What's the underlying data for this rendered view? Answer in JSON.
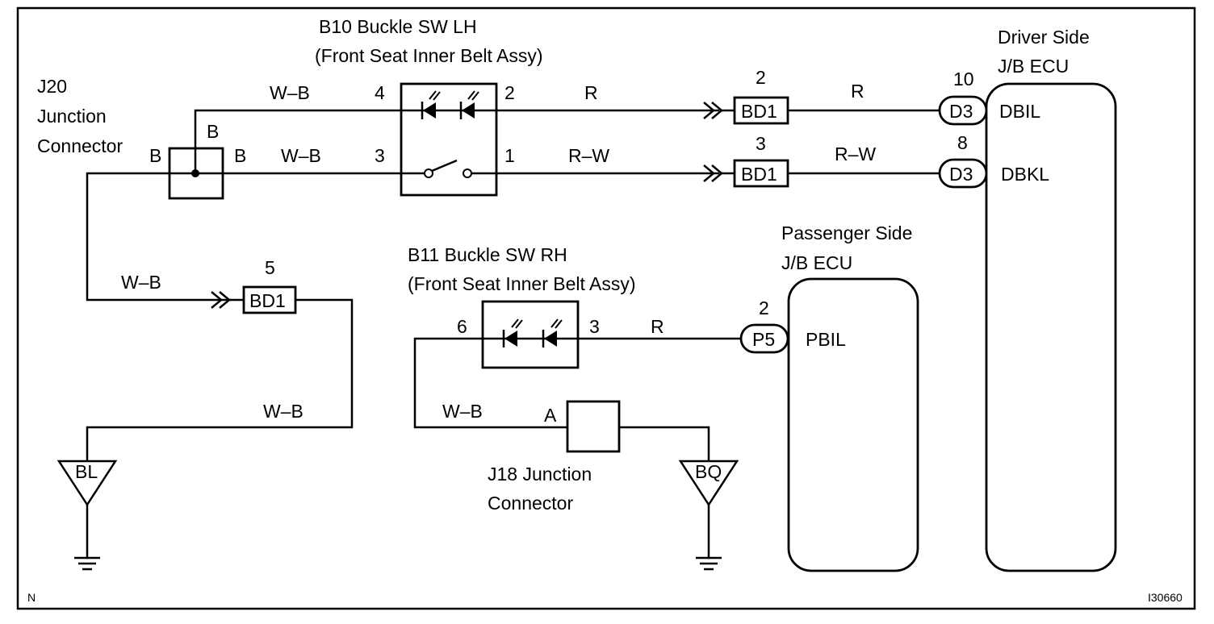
{
  "b10": {
    "title": "B10 Buckle SW LH",
    "subtitle": "(Front Seat Inner Belt Assy)",
    "pin4": "4",
    "pin3": "3",
    "pin2": "2",
    "pin1": "1"
  },
  "b11": {
    "title": "B11 Buckle SW RH",
    "subtitle": "(Front Seat Inner Belt Assy)",
    "pin6": "6",
    "pin3": "3"
  },
  "j20": {
    "line1": "J20",
    "line2": "Junction",
    "line3": "Connector",
    "pin_left": "B",
    "pin_top": "B",
    "pin_right": "B"
  },
  "j18": {
    "line1": "J18 Junction",
    "line2": "Connector",
    "pin": "A"
  },
  "driver_ecu": {
    "line1": "Driver Side",
    "line2": "J/B ECU",
    "pin_dbil": "DBIL",
    "pin_dbkl": "DBKL"
  },
  "passenger_ecu": {
    "line1": "Passenger Side",
    "line2": "J/B ECU",
    "pin_pbil": "PBIL"
  },
  "connectors": {
    "bd1_top": {
      "label": "BD1",
      "pin": "2"
    },
    "bd1_mid": {
      "label": "BD1",
      "pin": "3"
    },
    "bd1_low": {
      "label": "BD1",
      "pin": "5"
    },
    "d3_top": {
      "label": "D3",
      "pin": "10"
    },
    "d3_mid": {
      "label": "D3",
      "pin": "8"
    },
    "p5": {
      "label": "P5",
      "pin": "2"
    }
  },
  "wires": {
    "wb_top": "W–B",
    "wb_mid": "W–B",
    "wb_left": "W–B",
    "wb_bottom_left": "W–B",
    "wb_bottom_mid": "W–B",
    "r_top_1": "R",
    "r_top_2": "R",
    "rw_1": "R–W",
    "rw_2": "R–W",
    "r_b11": "R"
  },
  "grounds": {
    "left": "BL",
    "right": "BQ"
  },
  "corner": {
    "left": "N",
    "right": "I30660"
  }
}
